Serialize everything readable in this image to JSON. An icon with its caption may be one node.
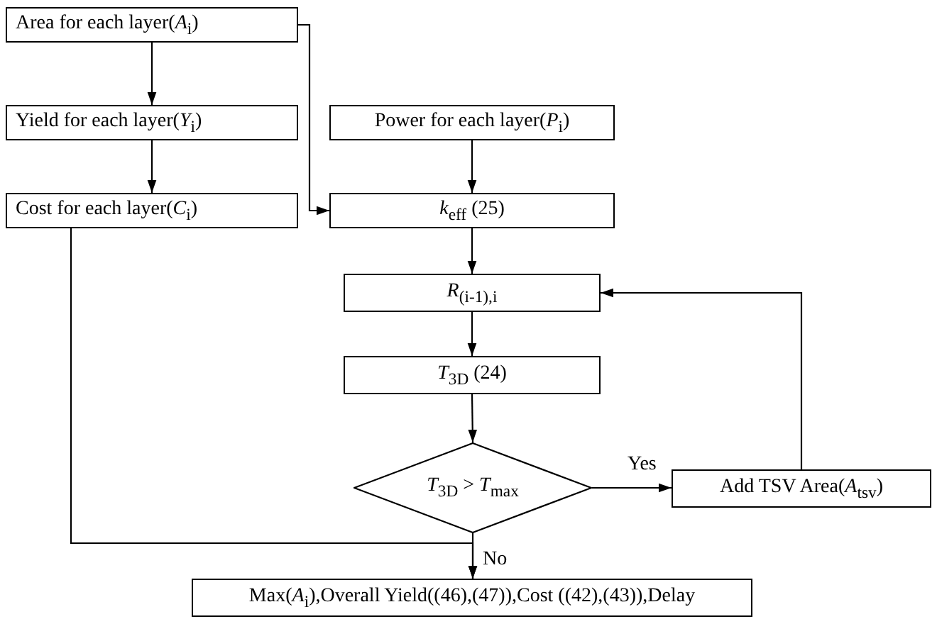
{
  "diagram": {
    "nodes": [
      {
        "text": [
          "Area for each layer(*A*$_{i}$)"
        ]
      },
      {
        "text": [
          "Yield for each layer(*Y*$_{i}$)"
        ]
      },
      {
        "text": [
          "Cost for each layer(*C*$_{i}$)"
        ]
      },
      {
        "text": [
          "Power for each layer(*P*$_{i}$)"
        ]
      },
      {
        "text": [
          "*k*$_{eff}$ (25)"
        ]
      },
      {
        "text": [
          "*R*$_{(i-1),i}$"
        ]
      },
      {
        "text": [
          "*T*$_{3D}$ (24)"
        ]
      },
      {
        "text": [
          "*T*$_{3D}$ > *T*$_{max}$"
        ]
      },
      {
        "text": [
          "Add TSV Area(*A*$_{tsv}$)"
        ]
      },
      {
        "text": [
          "Max(*A*$_{i}$),Overall Yield((46),(47)),Cost ((42),(43)),Delay"
        ]
      }
    ],
    "edges": [
      {
        "from": 0,
        "to": 1,
        "arrow": "to"
      },
      {
        "from": 1,
        "to": 2,
        "arrow": "to"
      },
      {
        "from": 0,
        "to": 4,
        "arrow": "to"
      },
      {
        "from": 3,
        "to": 4,
        "arrow": "to"
      },
      {
        "from": 4,
        "to": 5,
        "arrow": "to"
      },
      {
        "from": 5,
        "to": 6,
        "arrow": "to"
      },
      {
        "from": 6,
        "to": 7,
        "arrow": "to"
      },
      {
        "from": 7,
        "to": 8,
        "arrow": "to",
        "label": "Yes"
      },
      {
        "from": 8,
        "to": 5,
        "arrow": "to"
      },
      {
        "from": 7,
        "to": 9,
        "arrow": "to",
        "label": "No"
      },
      {
        "from": 2,
        "to": 9,
        "arrow": "to"
      }
    ]
  }
}
